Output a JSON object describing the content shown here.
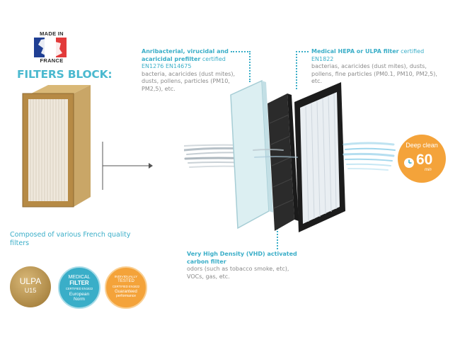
{
  "made_in": {
    "line1": "MADE IN",
    "line2": "FRANCE"
  },
  "title": "FILTERS BLOCK:",
  "caption": "Composed of various French quality filters",
  "prefilter": {
    "heading": "Anribacterial, virucidal and acaricidal prefilter",
    "rest": " certified EN1276 EN14675",
    "body": "bacteria, acaricides (dust mites), dusts, pollens, particles (PM10, PM2,5), etc."
  },
  "hepa": {
    "heading": "Medical HEPA or ULPA filter",
    "rest": " certified EN1822",
    "body": "bacterias, acaricides (dust mites), dusts, pollens, fine particles (PM0.1, PM10, PM2,5), etc."
  },
  "carbon": {
    "heading": "Very High Density (VHD) activated carbon filter",
    "body": "odors (such as tobacco smoke, etc), VOCs, gas, etc."
  },
  "deep_clean": {
    "label": "Deep clean",
    "value": "60",
    "unit": "min"
  },
  "badges": {
    "ulpa": {
      "line1": "ULPA",
      "line2": "U15"
    },
    "medical": {
      "line1": "MEDICAL",
      "line2": "FILTER",
      "line3": "CERTIFIED EN1822",
      "line4": "European",
      "line5": "Norm"
    },
    "tested": {
      "line1": "INDIVIDUALLY",
      "line2": "TESTED",
      "line3": "CERTIFIED EN1822",
      "line4": "Guaranteed",
      "line5": "performance"
    }
  },
  "colors": {
    "accent": "#3aaec8",
    "orange": "#f4a33a",
    "gold": "#b08a3c",
    "grey_text": "#8a8a8a"
  }
}
